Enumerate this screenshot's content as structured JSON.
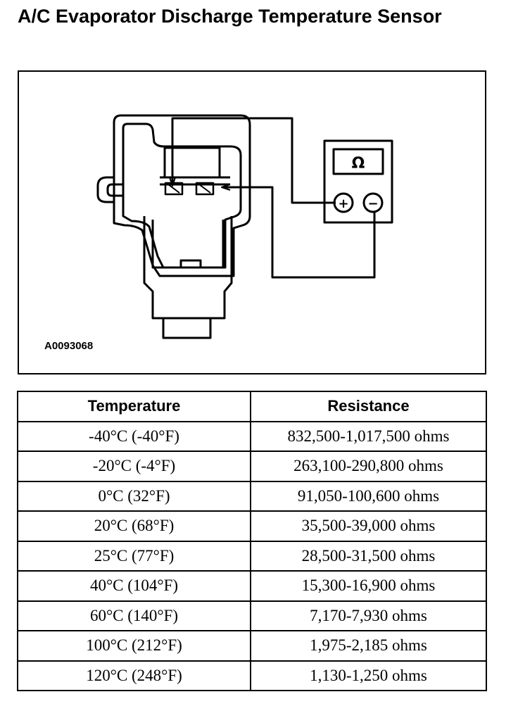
{
  "title": "A/C Evaporator Discharge Temperature Sensor",
  "figure": {
    "id_label": "A0093068",
    "meter_symbol": "Ω",
    "plus_symbol": "+",
    "minus_symbol": "−"
  },
  "table": {
    "headers": [
      "Temperature",
      "Resistance"
    ],
    "rows": [
      [
        "-40°C (-40°F)",
        "832,500-1,017,500 ohms"
      ],
      [
        "-20°C (-4°F)",
        "263,100-290,800 ohms"
      ],
      [
        "0°C (32°F)",
        "91,050-100,600 ohms"
      ],
      [
        "20°C (68°F)",
        "35,500-39,000 ohms"
      ],
      [
        "25°C (77°F)",
        "28,500-31,500 ohms"
      ],
      [
        "40°C (104°F)",
        "15,300-16,900 ohms"
      ],
      [
        "60°C (140°F)",
        "7,170-7,930 ohms"
      ],
      [
        "100°C (212°F)",
        "1,975-2,185 ohms"
      ],
      [
        "120°C (248°F)",
        "1,130-1,250 ohms"
      ]
    ]
  }
}
